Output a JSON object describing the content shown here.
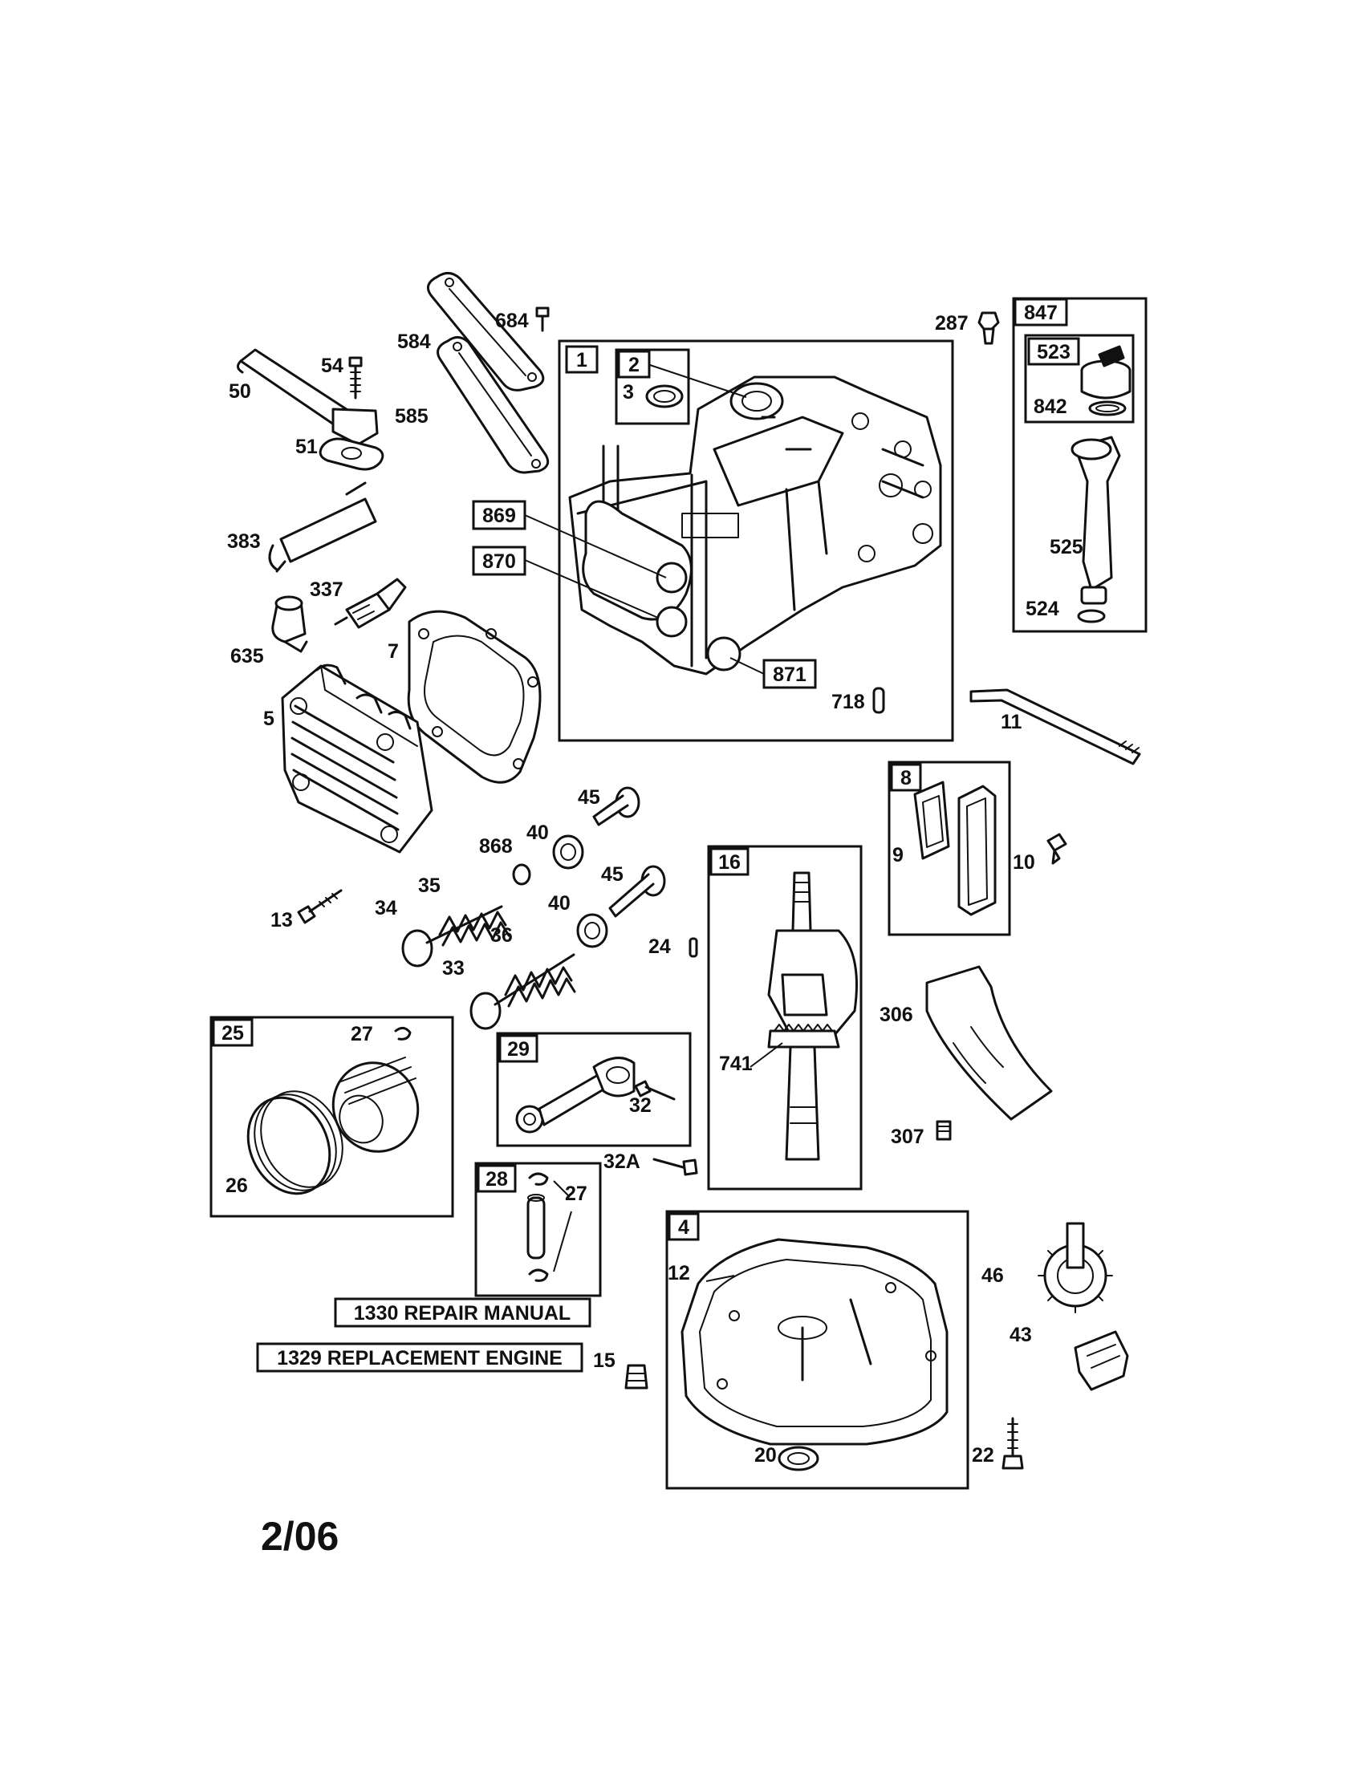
{
  "callouts": {
    "c1": "1",
    "c2": "2",
    "c3": "3",
    "c4": "4",
    "c5": "5",
    "c7": "7",
    "c8": "8",
    "c9": "9",
    "c10": "10",
    "c11": "11",
    "c12": "12",
    "c13": "13",
    "c15": "15",
    "c16": "16",
    "c20": "20",
    "c22": "22",
    "c24": "24",
    "c25": "25",
    "c26": "26",
    "c27a": "27",
    "c27b": "27",
    "c28": "28",
    "c29": "29",
    "c32": "32",
    "c32a": "32A",
    "c33": "33",
    "c34": "34",
    "c35": "35",
    "c36": "36",
    "c40a": "40",
    "c40b": "40",
    "c43": "43",
    "c45a": "45",
    "c45b": "45",
    "c46": "46",
    "c50": "50",
    "c51": "51",
    "c54": "54",
    "c287": "287",
    "c306": "306",
    "c307": "307",
    "c337": "337",
    "c383": "383",
    "c523": "523",
    "c524": "524",
    "c525": "525",
    "c584": "584",
    "c585": "585",
    "c635": "635",
    "c684": "684",
    "c718": "718",
    "c741": "741",
    "c842": "842",
    "c847": "847",
    "c868": "868",
    "c869": "869",
    "c870": "870",
    "c871": "871"
  },
  "notes": {
    "repair_manual": "1330 REPAIR MANUAL",
    "replacement_engine": "1329 REPLACEMENT ENGINE"
  },
  "footer": {
    "date": "2/06"
  }
}
